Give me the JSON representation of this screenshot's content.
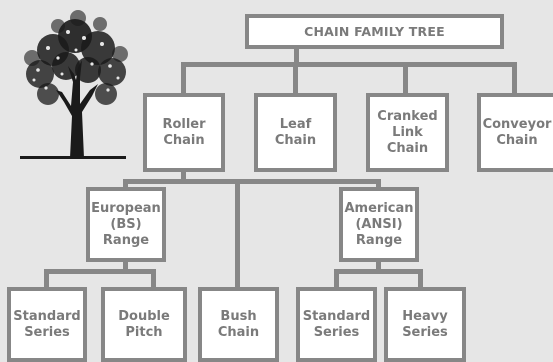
{
  "diagram": {
    "title": "CHAIN FAMILY TREE",
    "tree_icon": "tree-icon",
    "nodes": {
      "roller": "Roller\nChain",
      "leaf": "Leaf\nChain",
      "cranked": "Cranked\nLink\nChain",
      "conveyor": "Conveyor\nChain",
      "european": "European\n(BS)\nRange",
      "american": "American\n(ANSI)\nRange",
      "eu_standard": "Standard\nSeries",
      "double_pitch": "Double\nPitch",
      "bush": "Bush\nChain",
      "us_standard": "Standard\nSeries",
      "heavy": "Heavy\nSeries"
    },
    "colors": {
      "background": "#e6e6e6",
      "border": "#878787",
      "box_fill": "#ffffff",
      "text": "#7a7a7a",
      "tree": "#1a1a1a"
    }
  }
}
